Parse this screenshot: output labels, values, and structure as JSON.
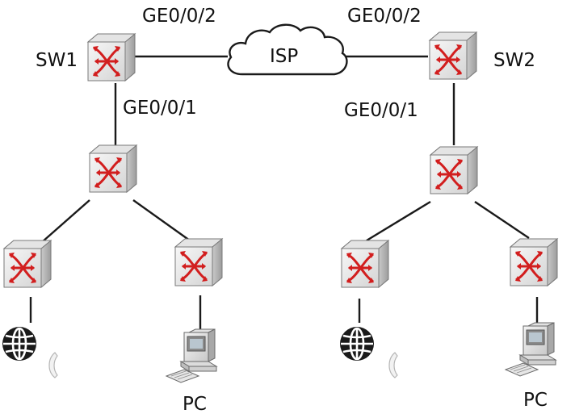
{
  "labels": {
    "sw1": "SW1",
    "sw2": "SW2",
    "isp": "ISP",
    "sw1_uplink_port": "GE0/0/2",
    "sw2_uplink_port": "GE0/0/2",
    "sw1_downlink_port": "GE0/0/1",
    "sw2_downlink_port": "GE0/0/1",
    "left_pc": "PC",
    "right_pc": "PC"
  },
  "icons": {
    "switch": "switch-icon",
    "cloud": "cloud-icon",
    "globe": "globe-icon",
    "phone": "phone-icon",
    "pc": "pc-icon"
  },
  "colors": {
    "line": "#1a1a1a",
    "switch_face": "#ececec",
    "switch_arrow": "#d21e1e",
    "text": "#111111"
  }
}
